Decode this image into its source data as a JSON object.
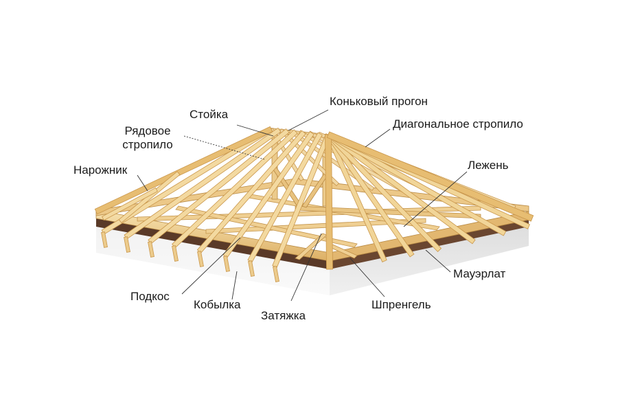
{
  "labels": {
    "ridge_beam": "Коньковый прогон",
    "post": "Стойка",
    "common_rafter": "Рядовое\nстропило",
    "diagonal_rafter": "Диагональное стропило",
    "jack_rafter": "Нарожник",
    "sill_beam": "Лежень",
    "mauerlat": "Мауэрлат",
    "strut": "Подкос",
    "rafter_tail": "Кобылка",
    "tie_beam": "Затяжка",
    "truss_brace": "Шпренгель"
  },
  "colors": {
    "wood_light": "#f3d9a0",
    "wood_mid": "#e7bd72",
    "wood_dark": "#c9964a",
    "wall": "#eeeeee",
    "wall_shadow": "#d6d6d6",
    "wall_top": "#5a3a28",
    "leader": "#333333"
  }
}
